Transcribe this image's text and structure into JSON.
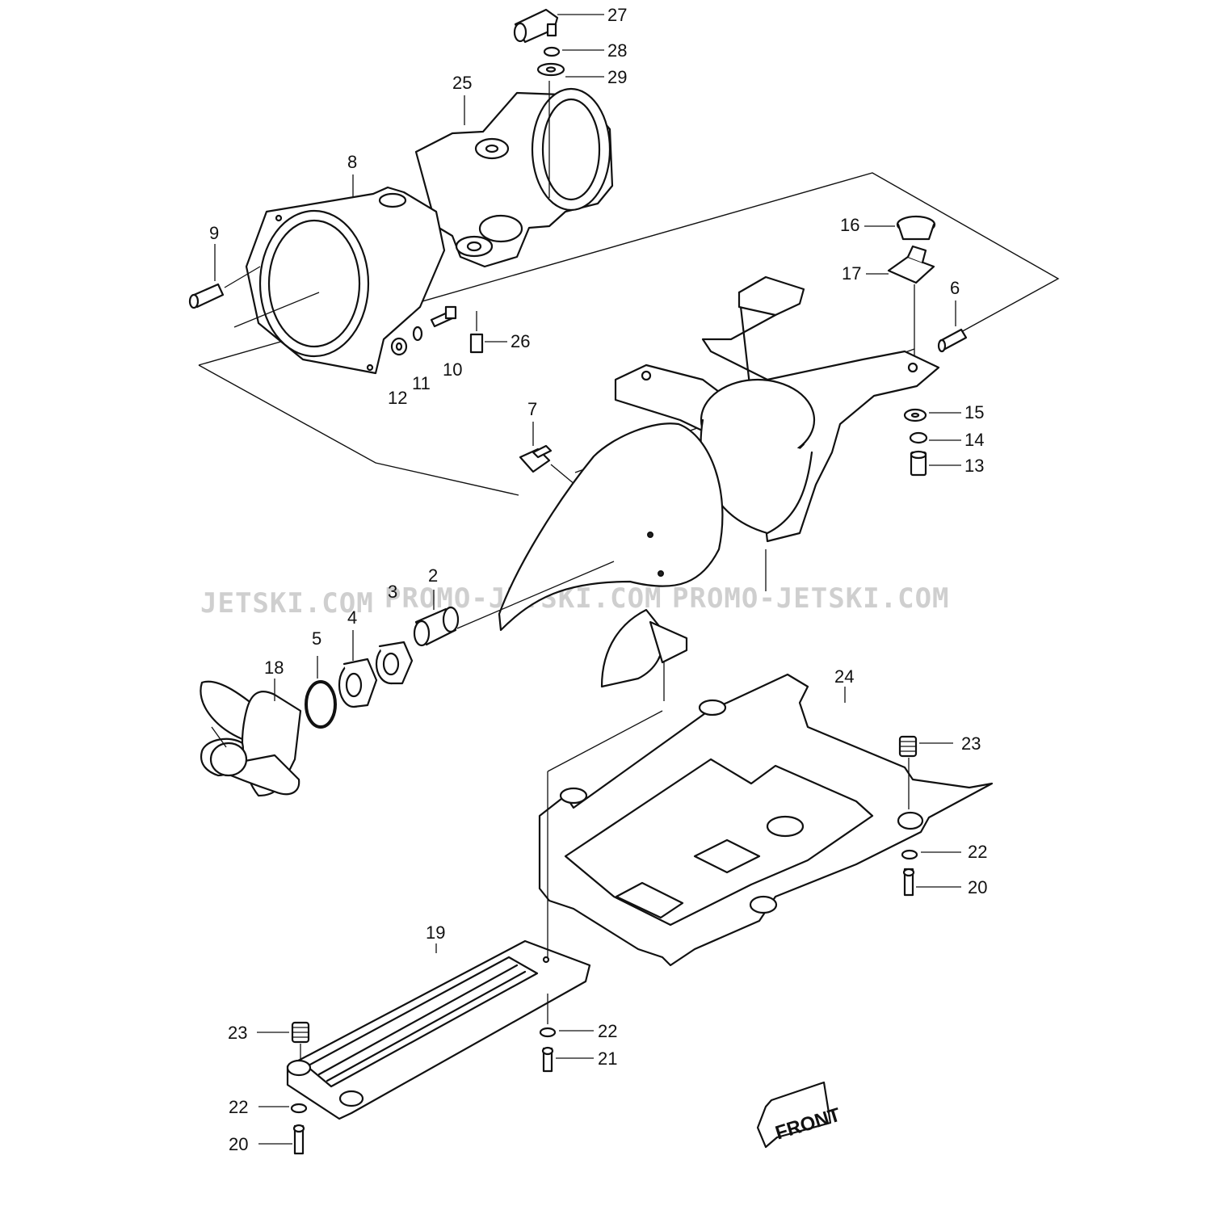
{
  "diagram": {
    "watermarks": [
      "JETSKI.COM",
      "PROMO-JETSKI.COM",
      "PROMO-JETSKI.COM"
    ],
    "front_label": "FRONT",
    "callouts": [
      "27",
      "28",
      "29",
      "25",
      "8",
      "9",
      "26",
      "10",
      "11",
      "12",
      "16",
      "17",
      "6",
      "15",
      "14",
      "13",
      "7",
      "2",
      "3",
      "4",
      "5",
      "18",
      "24",
      "23",
      "22",
      "20",
      "19",
      "23",
      "22",
      "21",
      "22",
      "20"
    ]
  }
}
